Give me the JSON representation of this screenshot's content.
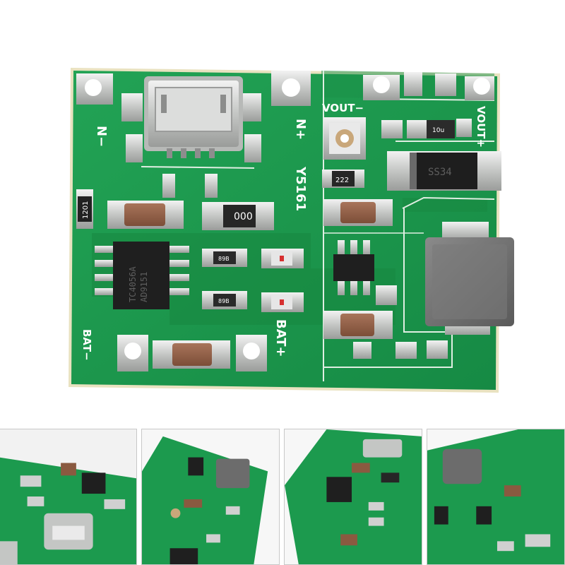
{
  "main_board": {
    "silkscreen": {
      "n_minus": "N−",
      "n_plus": "N+",
      "vout_minus": "VOUT−",
      "vout_plus": "VOUT+",
      "bat_minus": "BAT−",
      "bat_plus": "BAT+",
      "model": "Y5161"
    },
    "component_markings": {
      "resistor_1201": "1201",
      "resistor_000": "000",
      "resistor_222": "222",
      "inductor_small": "10u",
      "diode": "SS34",
      "charger_ic": "TC4056A",
      "charger_ic_lot": "AD9151",
      "led_resistor_top": "89B",
      "led_resistor_bottom": "89B"
    }
  },
  "thumbnails": [
    {
      "view": "side-angle-usb"
    },
    {
      "view": "top-angle-left"
    },
    {
      "view": "top-angle-right"
    },
    {
      "view": "inductor-closeup"
    }
  ],
  "colors": {
    "pcb_green": "#1c9a4e",
    "pcb_green_dark": "#127a3a",
    "pad_silver": "#c9ccc9",
    "silkscreen": "#ffffff",
    "inductor_gray": "#6c6c6c"
  }
}
